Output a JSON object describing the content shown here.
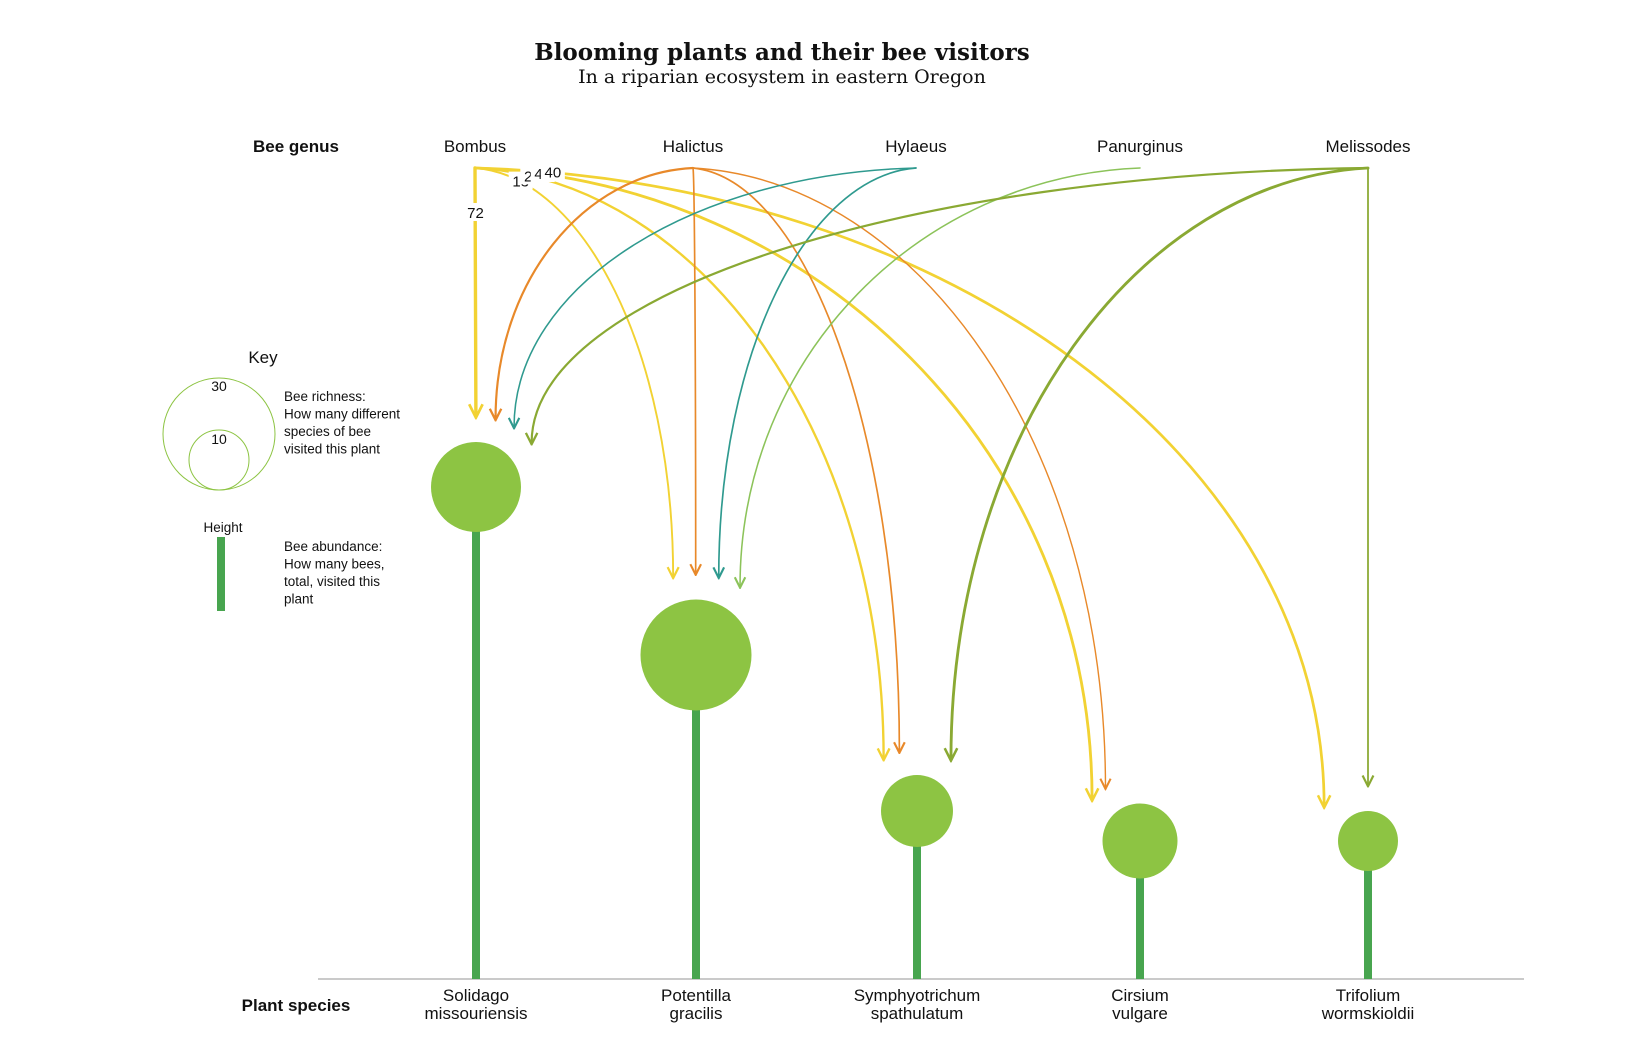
{
  "title": "Blooming plants and their bee visitors",
  "subtitle": "In a riparian ecosystem in eastern Oregon",
  "row_labels": {
    "bee_genus": "Bee genus",
    "plant_species": "Plant species"
  },
  "colors": {
    "Bombus": "#f2d233",
    "Halictus": "#e8892a",
    "Hylaeus": "#2f9a8f",
    "Panurginus": "#8cc35a",
    "Melissodes": "#8aa933",
    "bloom": "#8dc443",
    "stem": "#48a54f",
    "baseline": "#b8b8b8"
  },
  "key": {
    "title": "Key",
    "richness_big": "30",
    "richness_small": "10",
    "richness_text": [
      "Bee richness:",
      "How many different",
      "species of bee",
      "visited this plant"
    ],
    "height_title": "Height",
    "abundance_text": [
      "Bee abundance:",
      "How many bees,",
      "total, visited this",
      "plant"
    ]
  },
  "chart_data": {
    "type": "network",
    "genera": [
      "Bombus",
      "Halictus",
      "Hylaeus",
      "Panurginus",
      "Melissodes"
    ],
    "plants": [
      {
        "name": [
          "Solidago",
          "missouriensis"
        ],
        "richness": 30,
        "abundance": 410
      },
      {
        "name": [
          "Potentilla",
          "gracilis"
        ],
        "richness": 37,
        "abundance": 270
      },
      {
        "name": [
          "Symphyotrichum",
          "spathulatum"
        ],
        "richness": 24,
        "abundance": 140
      },
      {
        "name": [
          "Cirsium",
          "vulgare"
        ],
        "richness": 25,
        "abundance": 115
      },
      {
        "name": [
          "Trifolium",
          "wormskioldii"
        ],
        "richness": 20,
        "abundance": 115
      }
    ],
    "links": [
      {
        "genus": "Bombus",
        "plant": 0,
        "value": 72,
        "label": "72"
      },
      {
        "genus": "Bombus",
        "plant": 1,
        "value": 13,
        "label": "13"
      },
      {
        "genus": "Bombus",
        "plant": 2,
        "value": 26,
        "label": "26"
      },
      {
        "genus": "Bombus",
        "plant": 3,
        "value": 44,
        "label": "44"
      },
      {
        "genus": "Bombus",
        "plant": 4,
        "value": 40,
        "label": "40"
      },
      {
        "genus": "Halictus",
        "plant": 0,
        "value": 20
      },
      {
        "genus": "Halictus",
        "plant": 1,
        "value": 8
      },
      {
        "genus": "Halictus",
        "plant": 2,
        "value": 8
      },
      {
        "genus": "Halictus",
        "plant": 3,
        "value": 4
      },
      {
        "genus": "Hylaeus",
        "plant": 0,
        "value": 6
      },
      {
        "genus": "Hylaeus",
        "plant": 1,
        "value": 8
      },
      {
        "genus": "Panurginus",
        "plant": 1,
        "value": 6
      },
      {
        "genus": "Melissodes",
        "plant": 0,
        "value": 20
      },
      {
        "genus": "Melissodes",
        "plant": 2,
        "value": 45
      },
      {
        "genus": "Melissodes",
        "plant": 4,
        "value": 10
      }
    ]
  }
}
